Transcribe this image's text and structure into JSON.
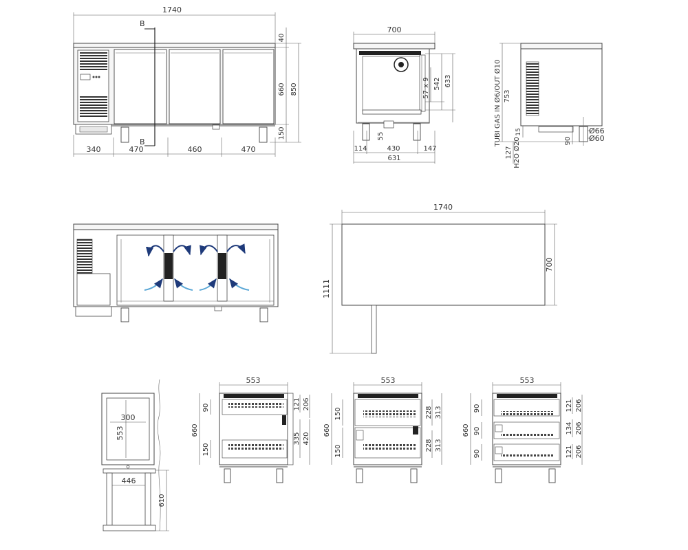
{
  "front_view": {
    "overall_width": "1740",
    "section_marker_top": "B",
    "section_marker_bottom": "B",
    "seg_1": "340",
    "seg_2": "470",
    "seg_3": "460",
    "seg_4": "470",
    "h_top": "40",
    "h_body": "660",
    "h_total": "850",
    "h_legs": "150"
  },
  "side_section": {
    "width_top": "700",
    "d_57x9": "57 x 9",
    "d_542": "542",
    "d_633": "633",
    "d_55": "55",
    "w_114": "114",
    "w_430": "430",
    "w_147": "147",
    "w_631": "631"
  },
  "side_view": {
    "gas_label": "TUBI GAS IN Ø6/OUT Ø10",
    "h_753": "753",
    "h_15": "15",
    "h_127": "127",
    "water_label": "H2O Ø20",
    "d_90": "90",
    "dia_66": "Ø66",
    "dia_60": "Ø60"
  },
  "top_view": {
    "width": "1740",
    "depth": "700",
    "height": "1111"
  },
  "door_detail": {
    "w_300": "300",
    "h_553": "553",
    "w_446": "446",
    "h_610": "610"
  },
  "drawer_1": {
    "width": "553",
    "h_660": "660",
    "h_90": "90",
    "h_150": "150",
    "h_121": "121",
    "h_206": "206",
    "h_335": "335",
    "h_420": "420"
  },
  "drawer_2": {
    "width": "553",
    "h_660": "660",
    "h_150a": "150",
    "h_150b": "150",
    "h_228a": "228",
    "h_313a": "313",
    "h_228b": "228",
    "h_313b": "313"
  },
  "drawer_3": {
    "width": "553",
    "h_660": "660",
    "h_90a": "90",
    "h_90b": "90",
    "h_90c": "90",
    "h_121a": "121",
    "h_206a": "206",
    "h_134": "134",
    "h_206b": "206",
    "h_121b": "121",
    "h_206c": "206"
  }
}
